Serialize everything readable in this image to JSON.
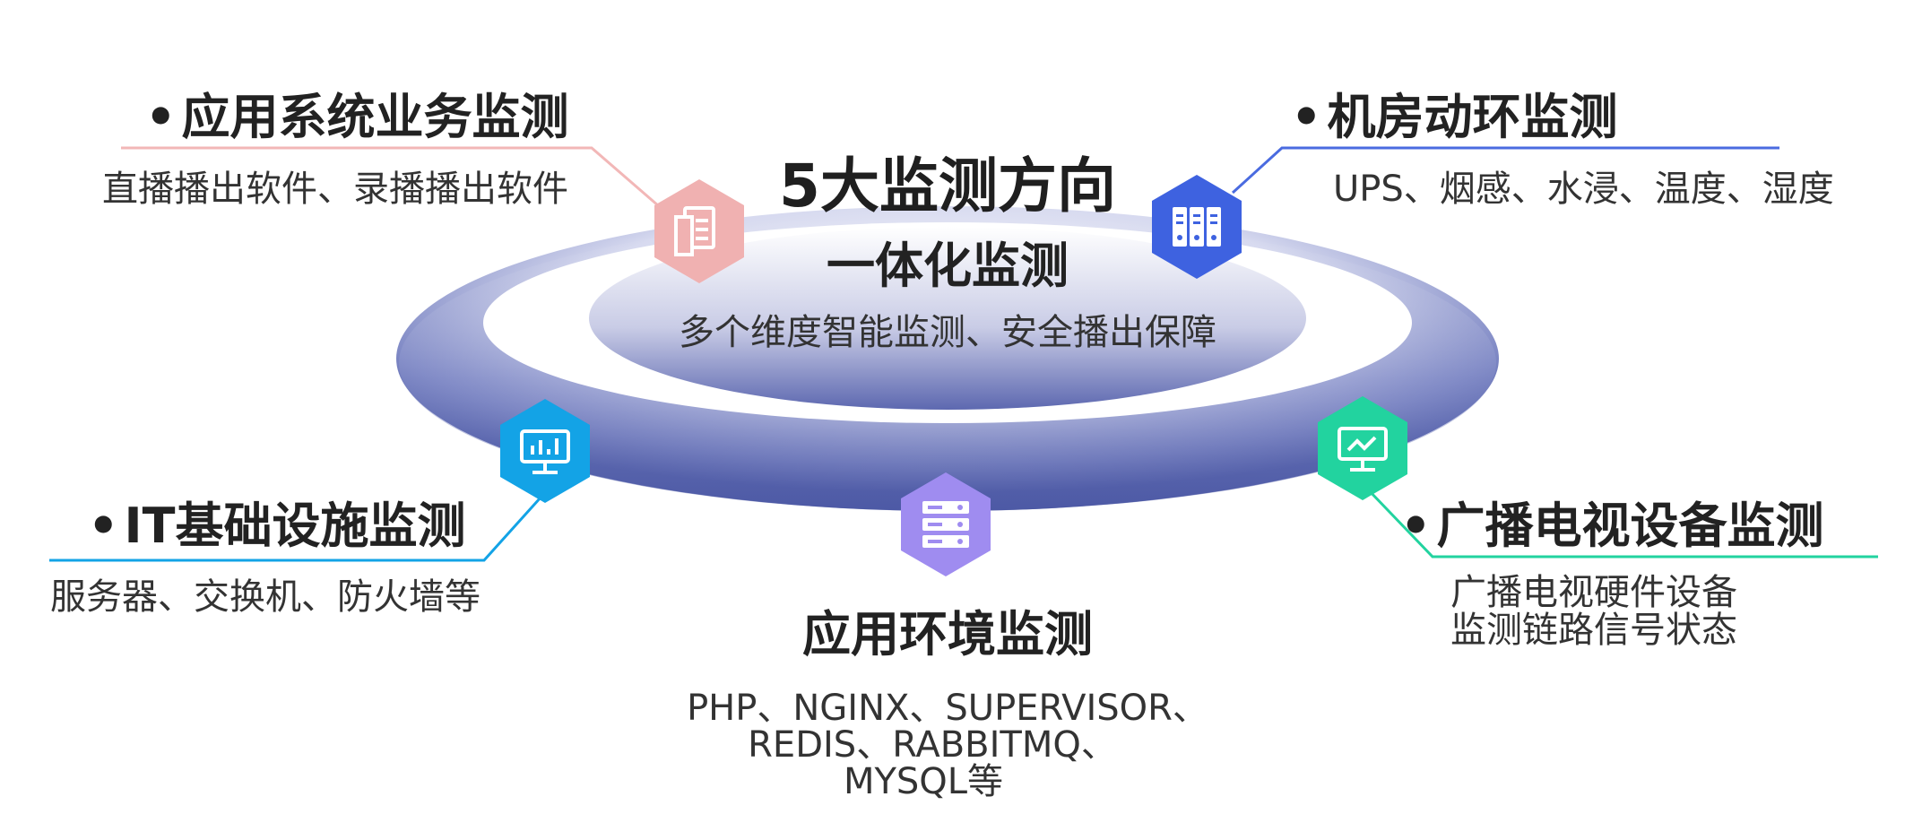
{
  "center": {
    "title": "5大监测方向",
    "subtitle": "一体化监测",
    "description": "多个维度智能监测、安全播出保障"
  },
  "modules": [
    {
      "id": "app-system",
      "title": "应用系统业务监测",
      "description": [
        "直播播出软件、录播播出软件"
      ],
      "color": "#f0b1b1",
      "icon": "document-icon",
      "bullet": "•"
    },
    {
      "id": "machine-room",
      "title": "机房动环监测",
      "description": [
        "UPS、烟感、水浸、温度、湿度"
      ],
      "color": "#3e62e0",
      "icon": "server-rack-icon",
      "bullet": "•"
    },
    {
      "id": "it-infra",
      "title": "IT基础设施监测",
      "description": [
        "服务器、交换机、防火墙等"
      ],
      "color": "#13a3e6",
      "icon": "bar-chart-monitor-icon",
      "bullet": "•"
    },
    {
      "id": "broadcast-tv",
      "title": "广播电视设备监测",
      "description": [
        "广播电视硬件设备",
        "监测链路信号状态"
      ],
      "color": "#22d39f",
      "icon": "line-chart-monitor-icon",
      "bullet": "•"
    },
    {
      "id": "app-env",
      "title": "应用环境监测",
      "description": [
        "PHP、NGINX、SUPERVISOR、",
        "REDIS、RABBITMQ、",
        "MYSQL等"
      ],
      "color": "#9f8cf0",
      "icon": "database-stack-icon"
    }
  ]
}
